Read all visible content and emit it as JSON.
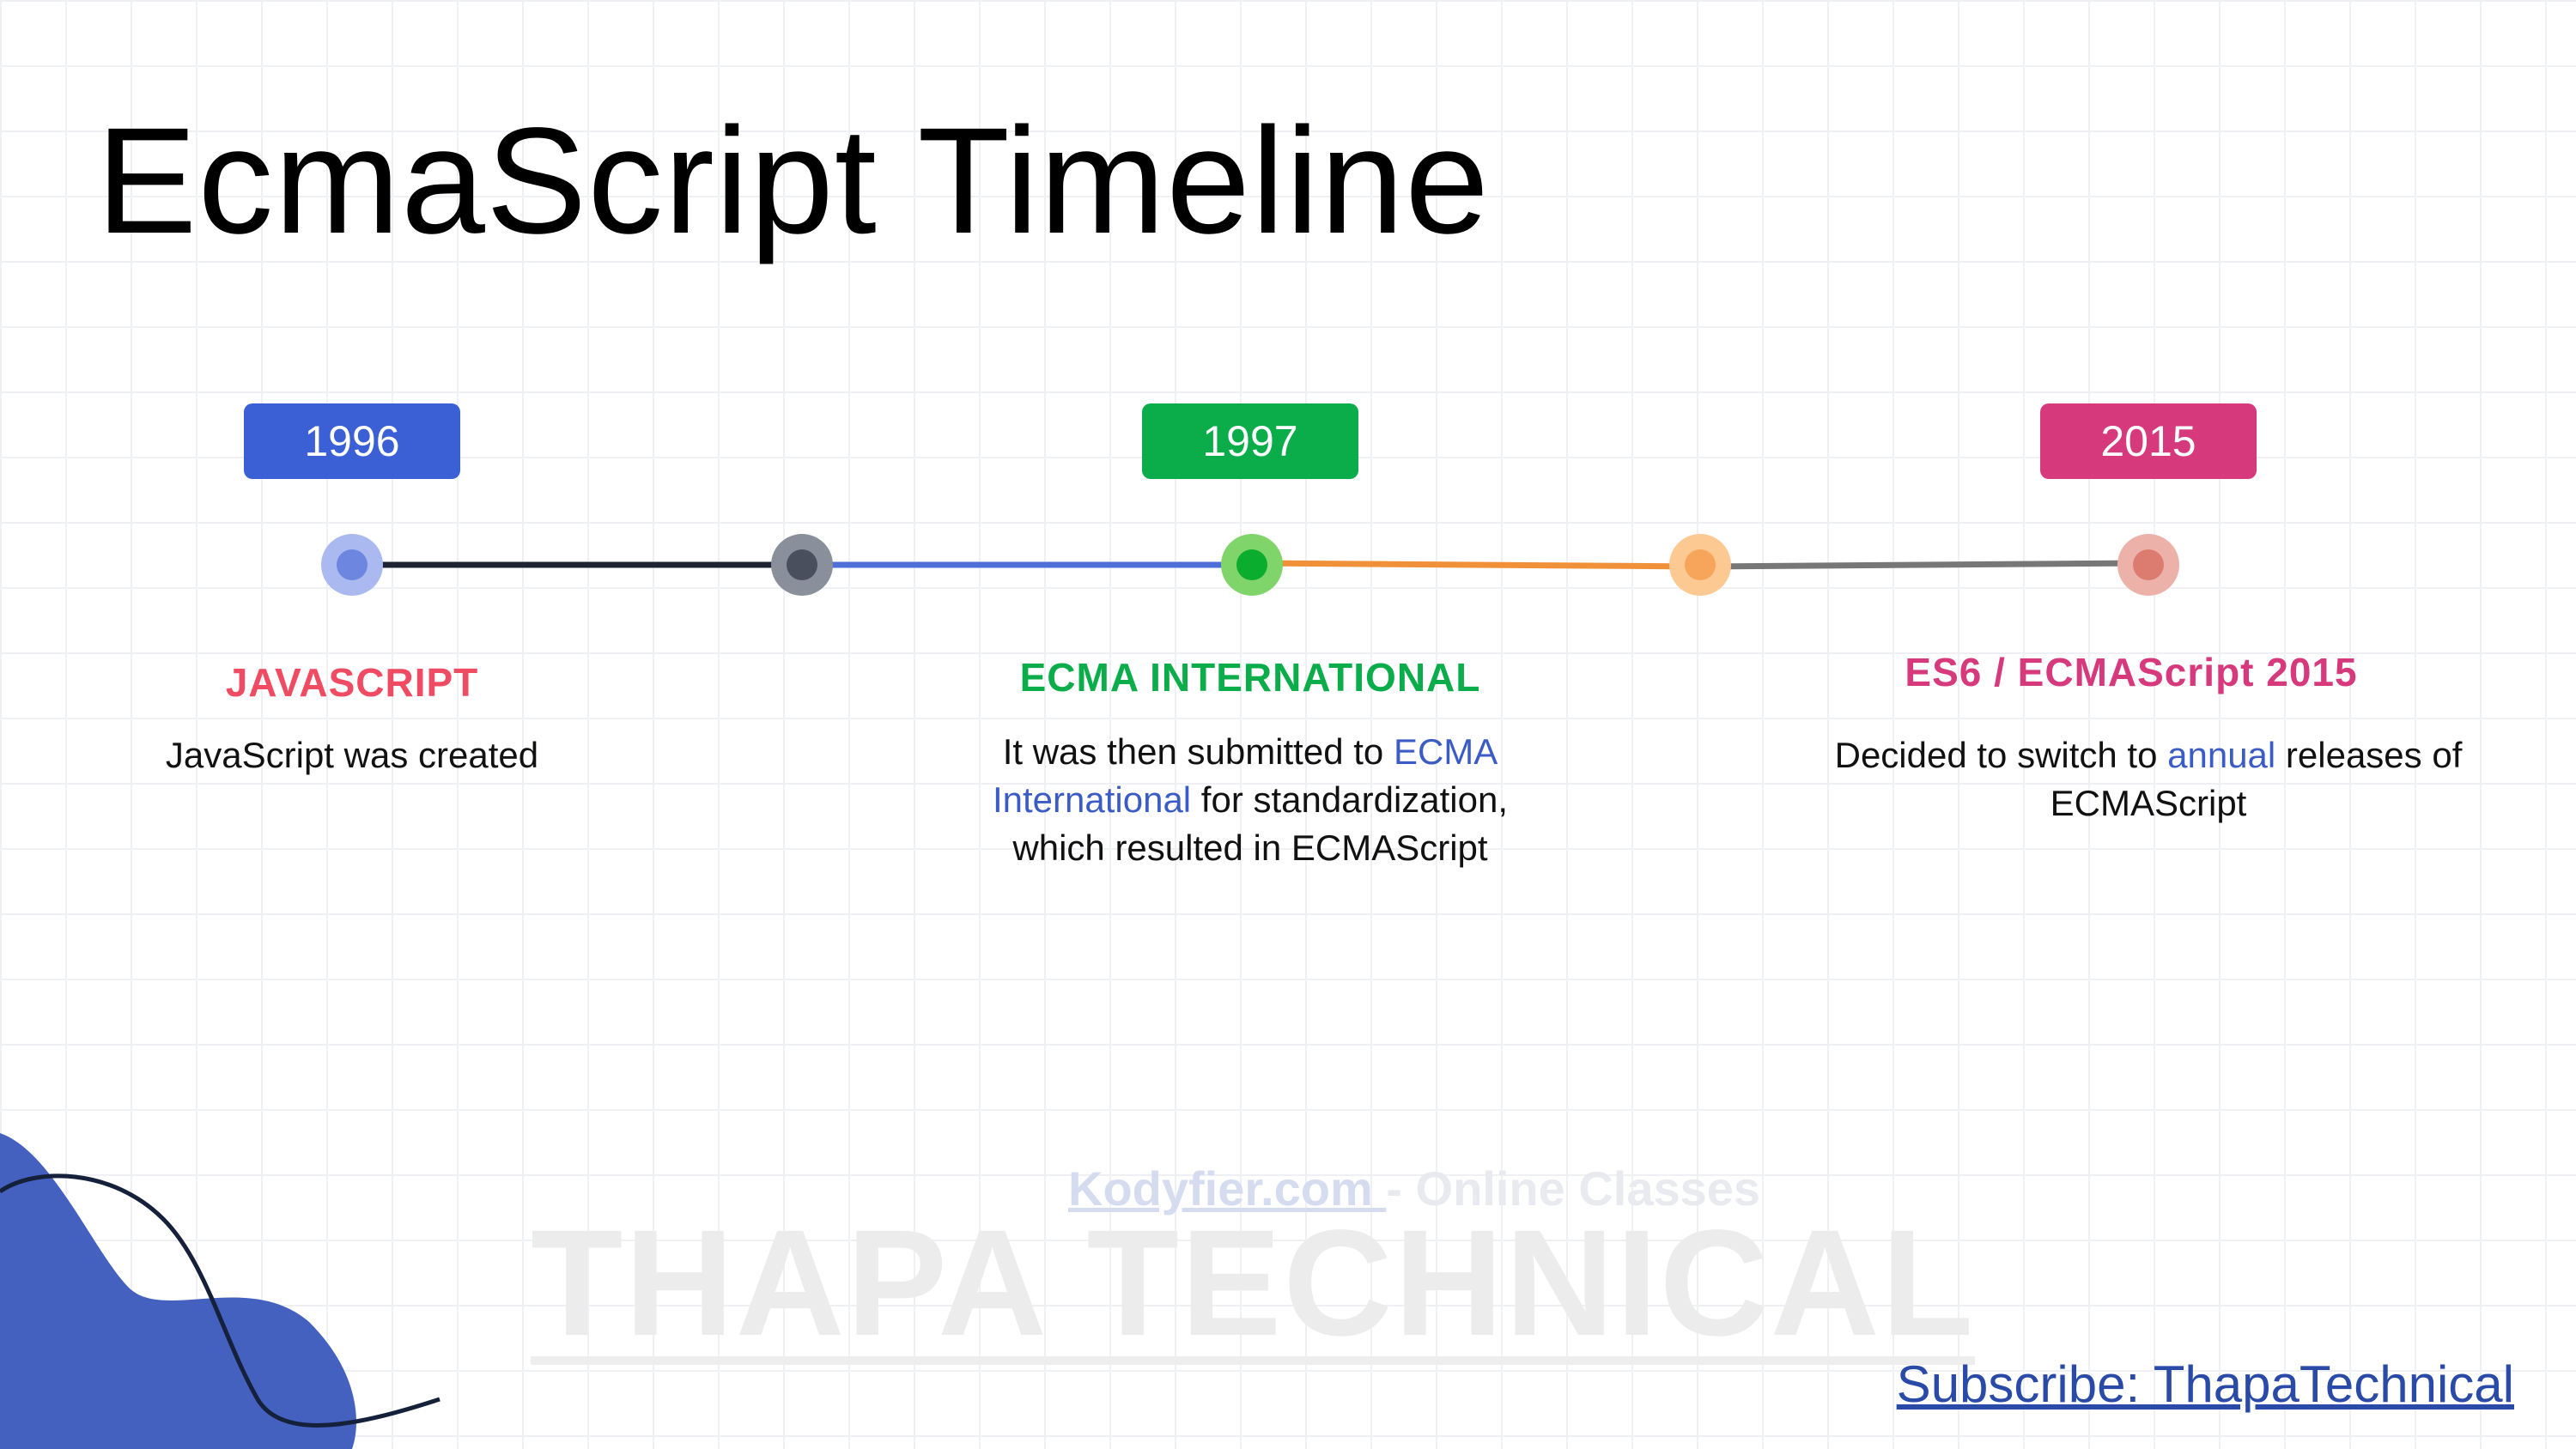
{
  "title": "EcmaScript Timeline",
  "colors": {
    "blue": "#3b5fd4",
    "green": "#0bad4a",
    "pink": "#d63a7d",
    "heading_red": "#ef4b62",
    "link_blue": "#3b5cc4"
  },
  "events": [
    {
      "year": "1996",
      "heading": "JAVASCRIPT",
      "description": "JavaScript was created"
    },
    {
      "year": "1997",
      "heading": "ECMA INTERNATIONAL",
      "description_parts": [
        "It was then submitted to ",
        "ECMA International",
        " for standardization, which resulted in ECMAScript"
      ]
    },
    {
      "year": "2015",
      "heading": "ES6 / ECMAScript 2015",
      "description_parts": [
        "Decided to switch to ",
        "annual",
        " releases of ECMAScript"
      ]
    }
  ],
  "watermark": {
    "site": "Kodyfier.com ",
    "tagline": "- Online Classes",
    "brand": "THAPA TECHNICAL"
  },
  "subscribe_link": "Subscribe: ThapaTechnical"
}
